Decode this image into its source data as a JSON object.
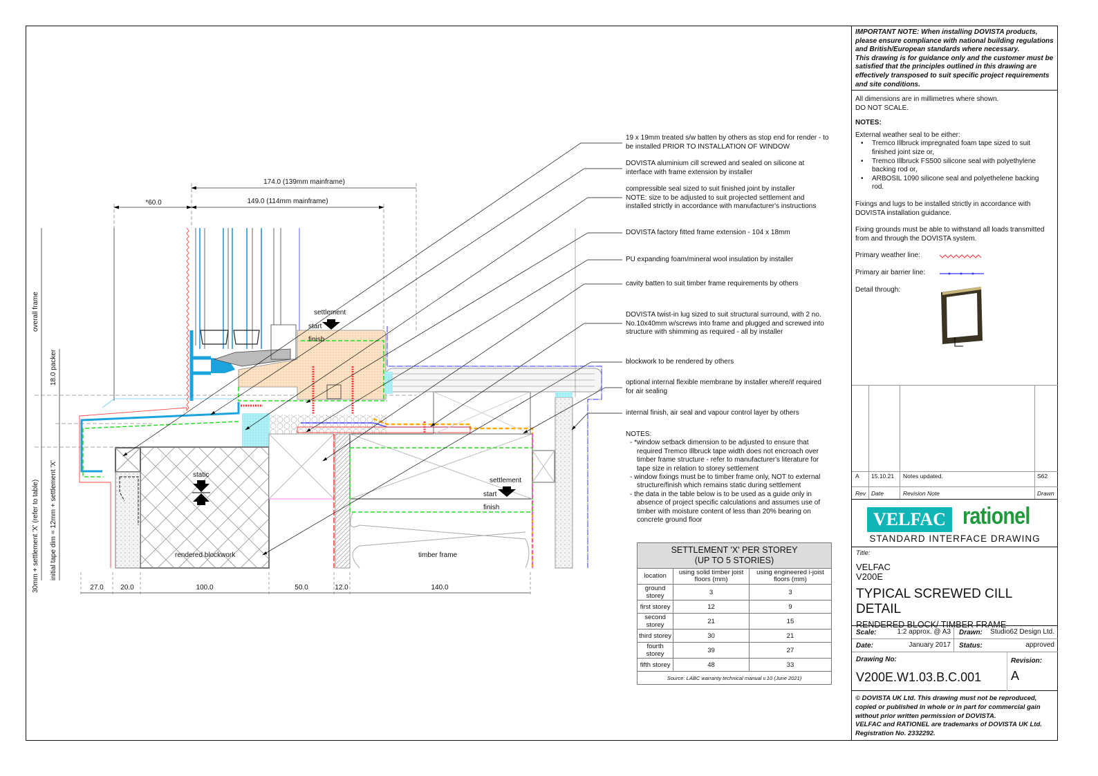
{
  "drawing": {
    "dimensions_top": [
      "174.0 (139mm mainframe)",
      "149.0 (114mm mainframe)",
      "*60.0"
    ],
    "dimensions_bottom": [
      "27.0",
      "20.0",
      "100.0",
      "50.0",
      "12.0",
      "140.0"
    ],
    "vertical_labels": [
      "overall frame",
      "18.0 packer",
      "30mm + settlement 'X' (refer to table)",
      "initial tape dim = 12mm + settlement 'X'"
    ],
    "labels": {
      "settlement_1": "settlement",
      "start_1": "start",
      "finish_1": "finish",
      "static": "static",
      "settlement_2": "settlement",
      "start_2": "start",
      "finish_2": "finish",
      "rendered_blockwork": "rendered blockwork",
      "timber_frame": "timber frame"
    },
    "callouts": [
      {
        "lines": [
          "19 x 19mm treated s/w batten by others as stop end for render - to",
          "be installed PRIOR TO INSTALLATION OF WINDOW"
        ]
      },
      {
        "lines": [
          "DOVISTA aluminium cill screwed and sealed on silicone at",
          "interface with frame extension by installer"
        ]
      },
      {
        "lines": [
          "compressible seal sized to suit finished joint by installer",
          "NOTE: size to be adjusted to suit projected settlement and",
          "installed strictly in accordance with manufacturer's instructions"
        ]
      },
      {
        "lines": [
          "DOVISTA factory fitted frame extension - 104 x 18mm"
        ]
      },
      {
        "lines": [
          "PU expanding foam/mineral wool insulation by installer"
        ]
      },
      {
        "lines": [
          "cavity batten to suit timber frame requirements by others"
        ]
      },
      {
        "lines": [
          "DOVISTA twist-in lug sized to suit structural surround, with 2 no.",
          "No.10x40mm w/screws into frame and plugged and screwed into",
          "structure with shimming as required - all by installer"
        ]
      },
      {
        "lines": [
          "blockwork to be rendered by others"
        ]
      },
      {
        "lines": [
          "optional internal flexible membrane by installer where/if required",
          "for air sealing"
        ]
      },
      {
        "lines": [
          "internal finish, air seal and vapour control layer by others"
        ]
      }
    ],
    "notes": {
      "heading": "NOTES:",
      "lines": [
        "- *window setback dimension to be adjusted to ensure that",
        "  required Tremco Illbruck tape width does not encroach over",
        "  timber frame structure - refer to manufacturer's literature for",
        "  tape size in relation to storey settlement",
        "- window fixings must be to timber frame only, NOT to external",
        "  structure/finish which remains static during settlement",
        "- the data in the table below is to be used as a guide only in",
        "  absence of project specific calculations and assumes use of",
        "  timber with moisture content of less than 20% bearing on",
        "  concrete ground floor"
      ]
    },
    "colors": {
      "weather_line": "#ff3333",
      "air_barrier": "#3333ff",
      "insulation_line": "#22dd22",
      "aluminium": "#1aa3dd",
      "frame_extension": "#fbe3c7",
      "tape": "#ffaa00"
    }
  },
  "settlement_table": {
    "title_1": "SETTLEMENT 'X' PER STOREY",
    "title_2": "(UP TO 5 STORIES)",
    "headers": [
      "location",
      "using solid timber joist floors (mm)",
      "using engineered i-joist floors (mm)"
    ],
    "rows": [
      [
        "ground storey",
        "3",
        "3"
      ],
      [
        "first storey",
        "12",
        "9"
      ],
      [
        "second storey",
        "21",
        "15"
      ],
      [
        "third storey",
        "30",
        "21"
      ],
      [
        "fourth storey",
        "39",
        "27"
      ],
      [
        "fifth storey",
        "48",
        "33"
      ]
    ],
    "source": "Source: LABC warranty technical manual v.10 (June 2021)"
  },
  "panel": {
    "important_label": "IMPORTANT NOTE:",
    "important_lines": [
      " When installing DOVISTA products,",
      "please ensure compliance with national building regulations",
      "and British/European standards where necessary.",
      "This drawing is for guidance only and the customer must be",
      "satisfied that the principles outlined in this drawing are",
      "effectively transposed to suit specific project requirements",
      "and site conditions."
    ],
    "dims_note": [
      "All dimensions are in millimetres where shown.",
      "DO NOT SCALE."
    ],
    "notes_heading": "NOTES:",
    "seal_intro": "External weather seal to be either:",
    "seal_bullets": [
      [
        "Tremco Illbruck impregnated foam tape sized to suit",
        "finished joint size or,"
      ],
      [
        "Tremco Illbruck FS500 silicone seal with polyethylene",
        "backing rod or,"
      ],
      [
        "ARBOSIL 1090 silicone seal and polyethelene backing",
        "rod."
      ]
    ],
    "fixings": [
      "Fixings and lugs to be installed strictly in accordance with",
      "DOVISTA installation guidance."
    ],
    "grounds": [
      "Fixing grounds must be able to withstand all loads transmitted",
      "from and through the DOVISTA system."
    ],
    "legend_weather": "Primary weather line:",
    "legend_air": "Primary air barrier line:",
    "detail_through": "Detail through:",
    "revision_row": {
      "rev": "A",
      "date": "15.10.21",
      "note": "Notes updated.",
      "drawn": "S62"
    },
    "revision_headers": {
      "rev": "Rev",
      "date": "Date",
      "note": "Revision Note",
      "drawn": "Drawn"
    },
    "logo_velfac": "VELFAC",
    "logo_rationel": "rationel",
    "std_interface": "STANDARD INTERFACE DRAWING",
    "title_label": "Title:",
    "title_lines": [
      "VELFAC",
      "V200E"
    ],
    "title_main": "TYPICAL SCREWED CILL DETAIL",
    "title_sub": "RENDERED BLOCK/ TIMBER FRAME",
    "scale_label": "Scale:",
    "scale_value": "1:2 approx. @ A3",
    "drawn_label": "Drawn:",
    "drawn_value": "Studio62 Design Ltd.",
    "date_label": "Date:",
    "date_value": "January 2017",
    "status_label": "Status:",
    "status_value": "approved",
    "drawing_no_label": "Drawing No:",
    "drawing_no": "V200E.W1.03.B.C.001",
    "revision_label": "Revision:",
    "revision": "A",
    "copyright_lines": [
      "© DOVISTA UK Ltd. This drawing must not be reproduced,",
      "copied or published in whole or in part for commercial gain",
      "without prior written permission of DOVISTA.",
      "VELFAC and RATIONEL are trademarks of DOVISTA UK Ltd.",
      "Registration No. 2332292."
    ],
    "colors": {
      "velfac_bg": "#12b5b5",
      "rationel_green": "#1e9a3a"
    }
  }
}
